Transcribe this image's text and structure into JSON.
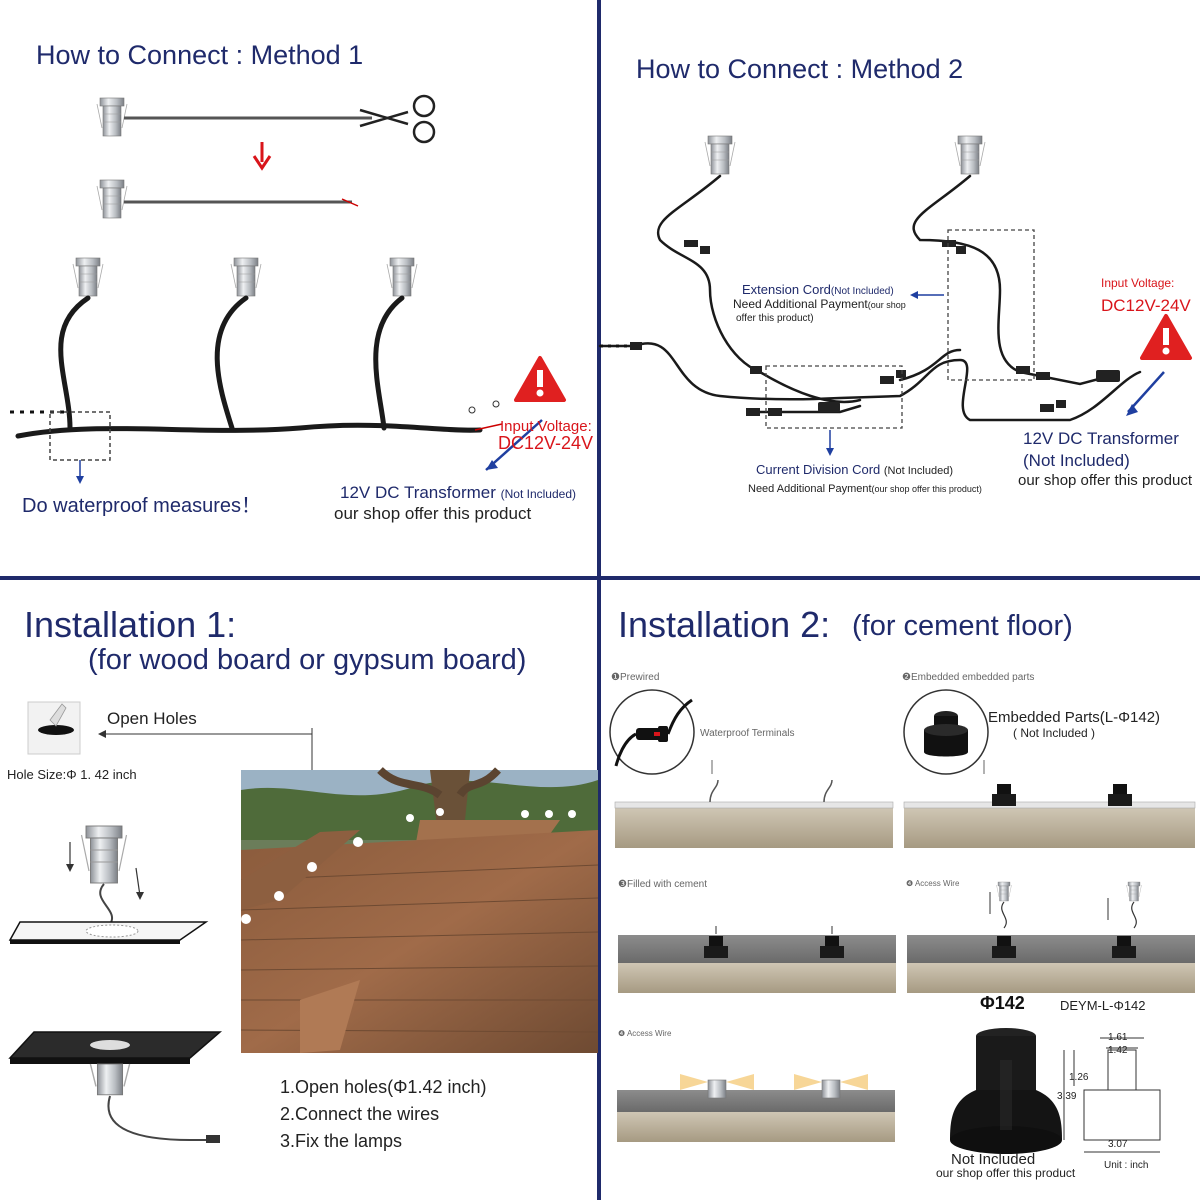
{
  "colors": {
    "navy": "#1f2a6b",
    "red": "#d9151b",
    "warning": "#e02020"
  },
  "method1": {
    "title": "How to Connect : Method 1",
    "input_voltage_label": "Input Voltage:",
    "input_voltage_value": "DC12V-24V",
    "waterproof_note": "Do waterproof measures！",
    "transformer_label": "12V DC Transformer",
    "transformer_not_included": "(Not Included)",
    "shop_offer": "our shop offer this product"
  },
  "method2": {
    "title": "How to Connect : Method 2",
    "extension_cord_label": "Extension Cord",
    "extension_cord_not_included": "(Not Included)",
    "extension_payment": "Need Additional Payment",
    "extension_payment_shop": "(our shop",
    "extension_offer": "offer this product)",
    "input_voltage_label": "Input Voltage:",
    "input_voltage_value": "DC12V-24V",
    "transformer_label": "12V DC Transformer",
    "transformer_not_included": "(Not Included)",
    "shop_offer": "our shop offer this product",
    "division_cord_label": "Current Division Cord",
    "division_not_included": "(Not Included)",
    "division_payment": "Need Additional Payment",
    "division_payment_shop": "(our shop offer this product)"
  },
  "install1": {
    "title": "Installation 1:",
    "subtitle": "(for wood board or gypsum board)",
    "open_holes": "Open Holes",
    "hole_size": "Hole Size:Φ 1. 42 inch",
    "steps": [
      "1.Open holes(Φ1.42 inch)",
      "2.Connect the wires",
      "3.Fix the lamps"
    ]
  },
  "install2": {
    "title": "Installation 2:",
    "subtitle": "(for cement floor)",
    "step1_label": "❶Prewired",
    "waterproof_terminals": "Waterproof Terminals",
    "step2_label": "❷Embedded embedded parts",
    "embedded_parts": "Embedded Parts(L-Φ142)",
    "embedded_not_included": "( Not Included )",
    "step3_label": "❸Filled with cement",
    "step4_label": "❹ Access Wire",
    "step5_label": "❹ Access Wire",
    "phi142": "Φ142",
    "model": "DEYM-L-Φ142",
    "dim_161": "1.61",
    "dim_142": "1.42",
    "dim_126": "1.26",
    "dim_339": "3.39",
    "dim_307": "3.07",
    "unit": "Unit : inch",
    "not_included": "Not Included",
    "shop_offer": "our shop offer this product"
  }
}
